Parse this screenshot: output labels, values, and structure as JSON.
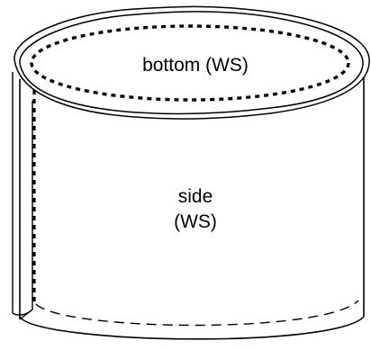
{
  "labels": {
    "bottom": "bottom (WS)",
    "side_line1": "side",
    "side_line2": "(WS)"
  },
  "colors": {
    "stroke": "#000000",
    "background": "#ffffff"
  }
}
